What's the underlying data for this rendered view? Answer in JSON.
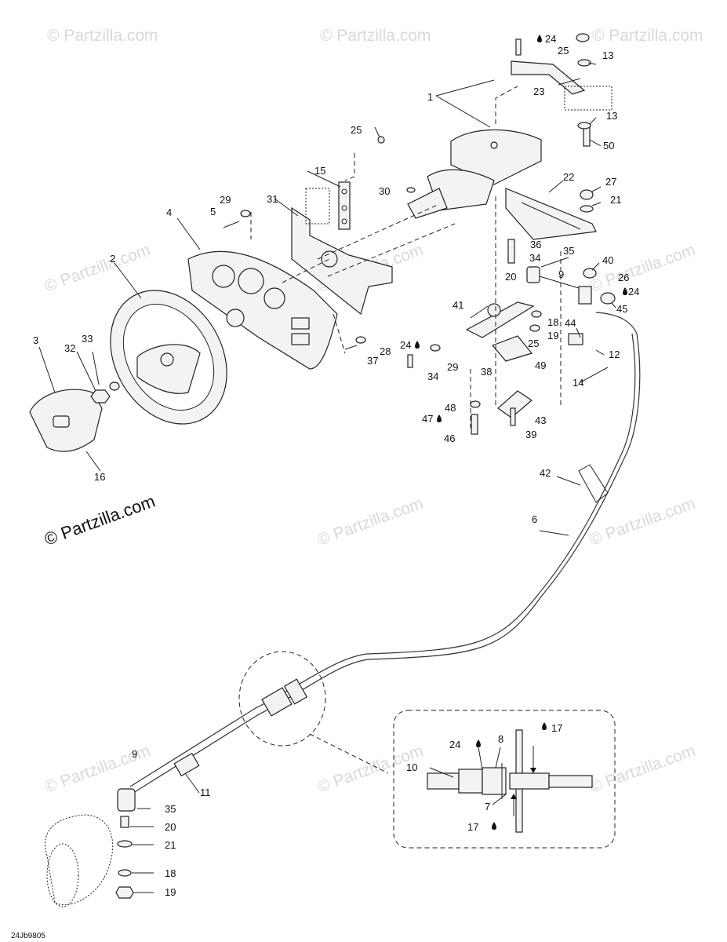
{
  "watermark": "© Partzilla.com",
  "diagram_code": "24Jb9805",
  "callouts": {
    "c1": "1",
    "c2": "2",
    "c3": "3",
    "c4": "4",
    "c5": "5",
    "c6": "6",
    "c7": "7",
    "c8": "8",
    "c9a": "9",
    "c9b": "9",
    "c10": "10",
    "c11": "11",
    "c12": "12",
    "c13a": "13",
    "c13b": "13",
    "c14": "14",
    "c15": "15",
    "c16": "16",
    "c17a": "17",
    "c17b": "17",
    "c18a": "18",
    "c18b": "18",
    "c19a": "19",
    "c19b": "19",
    "c20a": "20",
    "c20b": "20",
    "c21a": "21",
    "c21b": "21",
    "c22": "22",
    "c23": "23",
    "c24a": "24",
    "c24b": "24",
    "c24c": "24",
    "c24d": "24",
    "c25a": "25",
    "c25b": "25",
    "c25c": "25",
    "c26": "26",
    "c27": "27",
    "c28": "28",
    "c29a": "29",
    "c29b": "29",
    "c30": "30",
    "c31": "31",
    "c32": "32",
    "c33": "33",
    "c34a": "34",
    "c34b": "34",
    "c35a": "35",
    "c35b": "35",
    "c36": "36",
    "c37": "37",
    "c38": "38",
    "c39": "39",
    "c40": "40",
    "c41": "41",
    "c42": "42",
    "c43": "43",
    "c44": "44",
    "c45": "45",
    "c46": "46",
    "c47": "47",
    "c48": "48",
    "c49": "49",
    "c50": "50"
  },
  "icons": {
    "lubricant": "drop-icon"
  }
}
